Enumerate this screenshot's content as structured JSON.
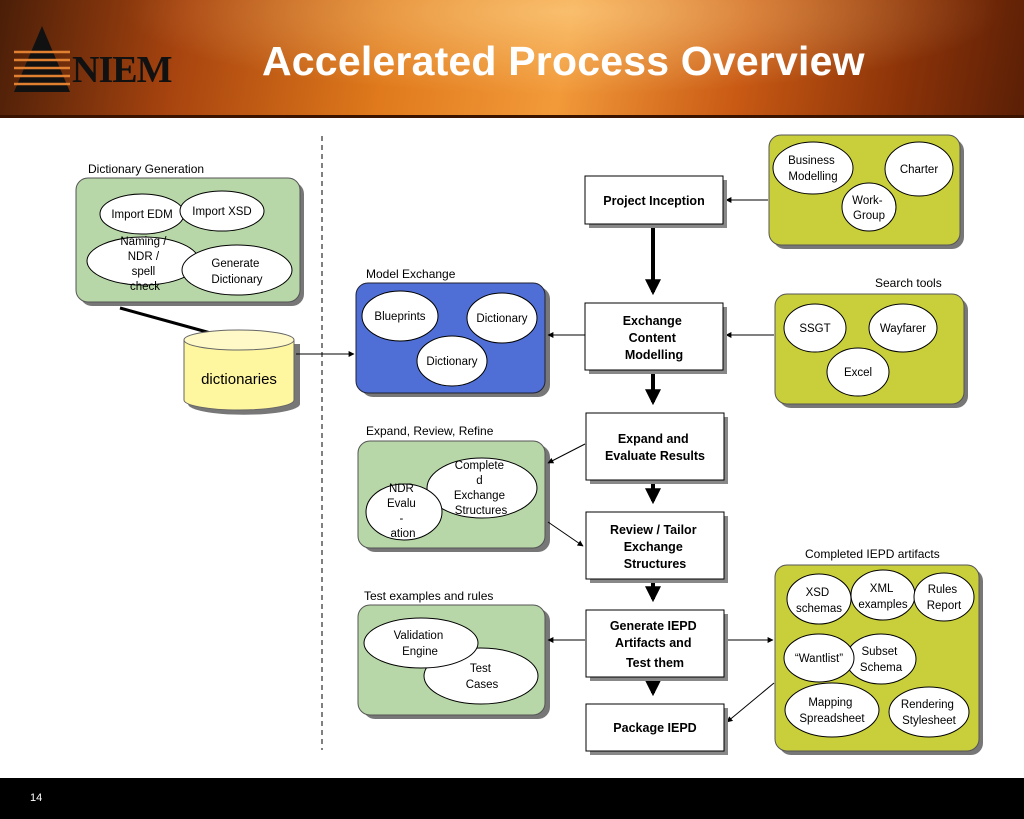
{
  "slide": {
    "title": "Accelerated Process Overview",
    "page_number": "14"
  },
  "logo": {
    "text": "NIEM"
  },
  "groups": {
    "dictionary_generation": {
      "label": "Dictionary Generation",
      "items": [
        "Import EDM",
        "Import XSD",
        [
          "Naming /",
          "NDR /",
          "spell",
          "check"
        ],
        [
          "Generate",
          "Dictionary"
        ]
      ]
    },
    "dictionaries": {
      "label": "dictionaries"
    },
    "model_exchange": {
      "label": "Model Exchange",
      "items": [
        "Blueprints",
        "Dictionary",
        "Dictionary"
      ]
    },
    "expand_review_refine": {
      "label": "Expand, Review, Refine",
      "items": [
        [
          "NDR",
          "Evalu",
          "-",
          "ation"
        ],
        [
          "Complete",
          "d",
          "Exchange",
          "Structures"
        ]
      ]
    },
    "test_examples": {
      "label": "Test examples and rules",
      "items": [
        [
          "Validation",
          "Engine"
        ],
        [
          "Test",
          "Cases"
        ]
      ]
    },
    "inception_inputs": {
      "items": [
        [
          "Business",
          "Modelling"
        ],
        "Charter",
        [
          "Work-",
          "Group"
        ]
      ]
    },
    "search_tools": {
      "label": "Search tools",
      "items": [
        "SSGT",
        "Wayfarer",
        "Excel"
      ]
    },
    "completed_artifacts": {
      "label": "Completed IEPD artifacts",
      "items": [
        [
          "XSD",
          "schemas"
        ],
        [
          "XML",
          "examples"
        ],
        [
          "Rules",
          "Report"
        ],
        "“Wantlist”",
        [
          "Subset",
          "Schema"
        ],
        [
          "Mapping",
          "Spreadsheet"
        ],
        [
          "Rendering",
          "Stylesheet"
        ]
      ]
    }
  },
  "steps": [
    [
      "Project Inception"
    ],
    [
      "Exchange",
      "Content",
      "Modelling"
    ],
    [
      "Expand and",
      "Evaluate Results"
    ],
    [
      "Review / Tailor",
      "Exchange",
      "Structures"
    ],
    [
      "Generate IEPD",
      "Artifacts and",
      "Test them"
    ],
    [
      "Package IEPD"
    ]
  ],
  "colors": {
    "green_group": "#b8d7a8",
    "blue_group": "#4f6fd6",
    "yellow_group": "#c9cf3a",
    "cylinder": "#fff6a0",
    "header": "#e07a1c"
  }
}
